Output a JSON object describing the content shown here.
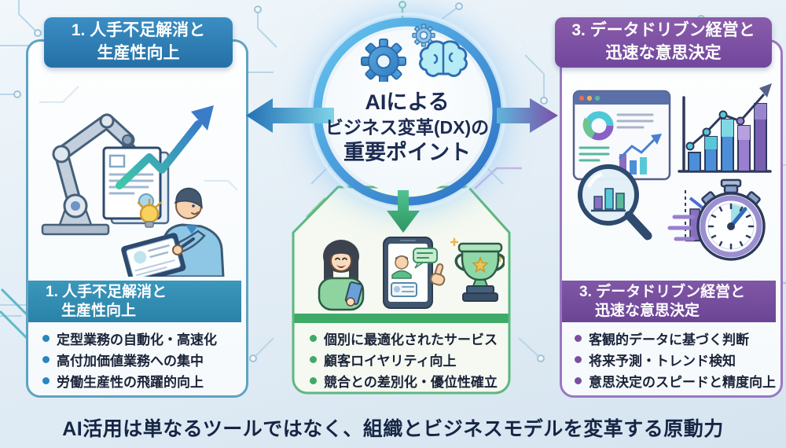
{
  "center_circle": {
    "icon": "gears-and-brain",
    "line1": "AIによる",
    "line2": "ビジネス変革(DX)の",
    "line3": "重要ポイント"
  },
  "sections": {
    "left": {
      "accent_color": "#2b7db2",
      "banner_line1": "1. 人手不足解消と",
      "banner_line2": "生産性向上",
      "header_line1": "1. 人手不足解消と",
      "header_line2": "生産性向上",
      "bullets": [
        "定型業務の自動化・高速化",
        "高付加価値業務への集中",
        "労働生産性の飛躍的向上"
      ],
      "illustration": "robot-arm-documents-growth-person-tablet"
    },
    "center": {
      "accent_color": "#3fa968",
      "bullets": [
        "個別に最適化されたサービス",
        "顧客ロイヤリティ向上",
        "競合との差別化・優位性確立"
      ],
      "illustration": "customer-smartphone-trophy"
    },
    "right": {
      "accent_color": "#7c4fa0",
      "banner_line1": "3. データドリブン経営と",
      "banner_line2": "迅速な意思決定",
      "header_line1": "3. データドリブン経営と",
      "header_line2": "迅速な意思決定",
      "bullets": [
        "客観的データに基づく判断",
        "将来予測・トレンド検知",
        "意思決定のスピードと精度向上"
      ],
      "illustration": "dashboard-charts-stopwatch"
    }
  },
  "tagline": "AI活用は単なるツールではなく、組織とビジネスモデルを変革する原動力"
}
